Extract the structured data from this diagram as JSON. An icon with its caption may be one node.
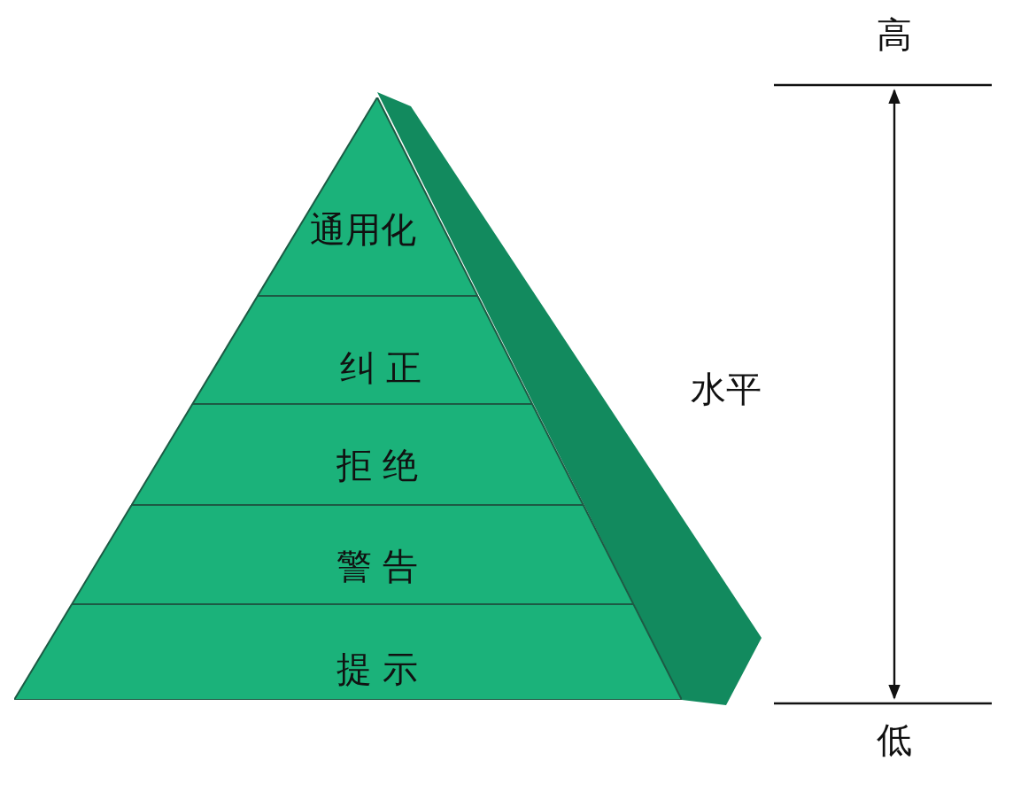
{
  "diagram": {
    "nodes": [
      {
        "text": [
          "通用化"
        ]
      },
      {
        "text": [
          "纠 正"
        ]
      },
      {
        "text": [
          "拒 绝"
        ]
      },
      {
        "text": [
          "警 告"
        ]
      },
      {
        "text": [
          "提 示"
        ]
      }
    ],
    "labels": [
      "高",
      "水平",
      "低"
    ]
  }
}
